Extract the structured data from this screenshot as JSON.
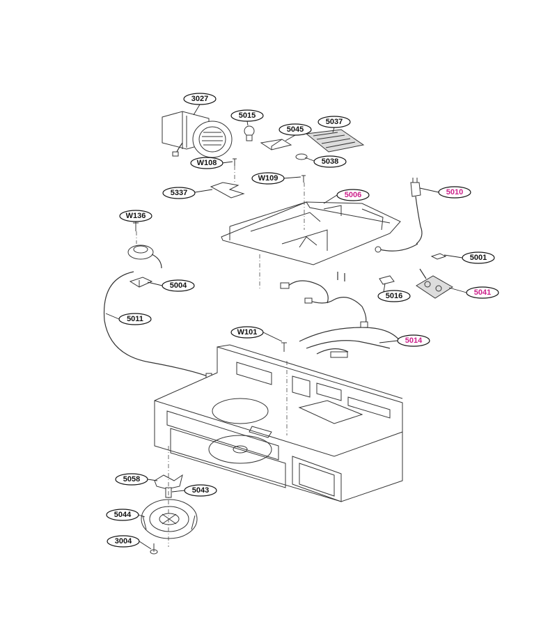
{
  "callouts": [
    {
      "id": "3027",
      "label": "3027",
      "color": "#111111"
    },
    {
      "id": "5015",
      "label": "5015",
      "color": "#111111"
    },
    {
      "id": "5045",
      "label": "5045",
      "color": "#111111"
    },
    {
      "id": "5037",
      "label": "5037",
      "color": "#111111"
    },
    {
      "id": "W108",
      "label": "W108",
      "color": "#111111"
    },
    {
      "id": "5038",
      "label": "5038",
      "color": "#111111"
    },
    {
      "id": "W109",
      "label": "W109",
      "color": "#111111"
    },
    {
      "id": "5337",
      "label": "5337",
      "color": "#111111"
    },
    {
      "id": "5006",
      "label": "5006",
      "color": "#cc1f8a"
    },
    {
      "id": "5010",
      "label": "5010",
      "color": "#cc1f8a"
    },
    {
      "id": "W136",
      "label": "W136",
      "color": "#111111"
    },
    {
      "id": "5001",
      "label": "5001",
      "color": "#111111"
    },
    {
      "id": "5004",
      "label": "5004",
      "color": "#111111"
    },
    {
      "id": "5041",
      "label": "5041",
      "color": "#cc1f8a"
    },
    {
      "id": "5016",
      "label": "5016",
      "color": "#111111"
    },
    {
      "id": "5011",
      "label": "5011",
      "color": "#111111"
    },
    {
      "id": "W101",
      "label": "W101",
      "color": "#111111"
    },
    {
      "id": "5014",
      "label": "5014",
      "color": "#cc1f8a"
    },
    {
      "id": "5058",
      "label": "5058",
      "color": "#111111"
    },
    {
      "id": "5043",
      "label": "5043",
      "color": "#111111"
    },
    {
      "id": "5044",
      "label": "5044",
      "color": "#111111"
    },
    {
      "id": "3004",
      "label": "3004",
      "color": "#111111"
    }
  ]
}
